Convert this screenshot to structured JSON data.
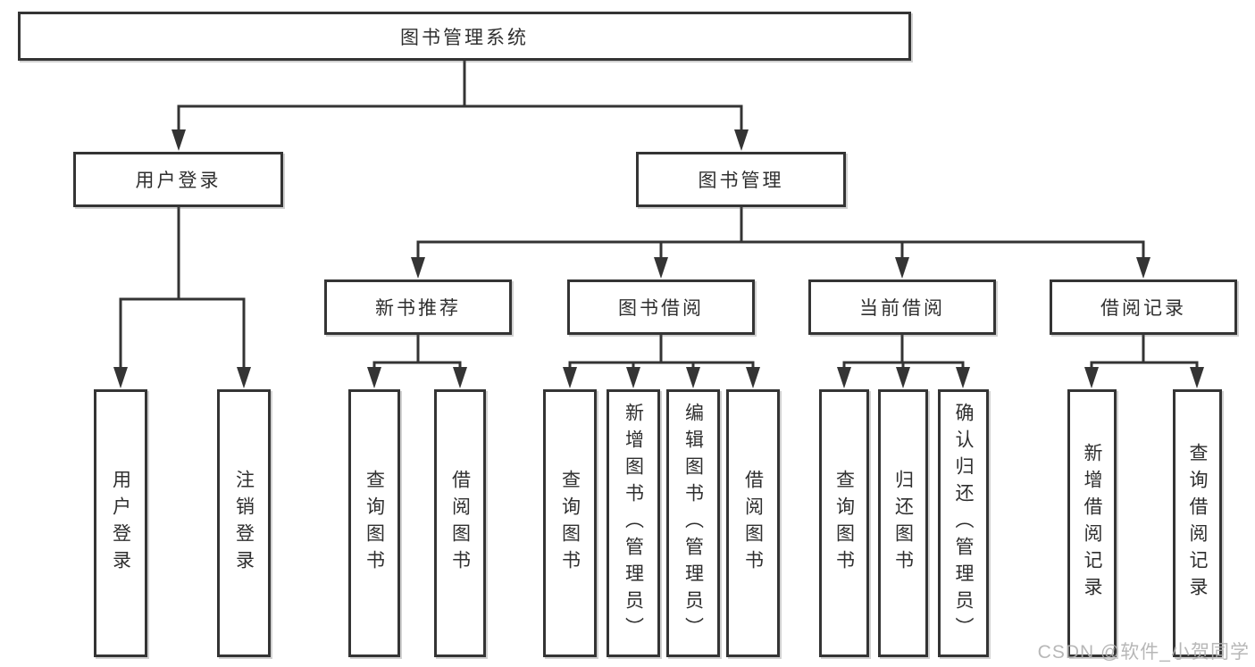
{
  "diagram_title": "图书管理系统",
  "colors": {
    "line": "#343434",
    "text": "#2f2f2f",
    "box_bg": "#ffffff",
    "watermark": "#b0b0b0"
  },
  "tree": {
    "label": "图书管理系统",
    "children": [
      {
        "label": "用户登录",
        "children": [
          {
            "label": "用户登录"
          },
          {
            "label": "注销登录"
          }
        ]
      },
      {
        "label": "图书管理",
        "children": [
          {
            "label": "新书推荐",
            "children": [
              {
                "label": "查询图书"
              },
              {
                "label": "借阅图书"
              }
            ]
          },
          {
            "label": "图书借阅",
            "children": [
              {
                "label": "查询图书"
              },
              {
                "label": "新增图书（管理员）"
              },
              {
                "label": "编辑图书（管理员）"
              },
              {
                "label": "借阅图书"
              }
            ]
          },
          {
            "label": "当前借阅",
            "children": [
              {
                "label": "查询图书"
              },
              {
                "label": "归还图书"
              },
              {
                "label": "确认归还（管理员）"
              }
            ]
          },
          {
            "label": "借阅记录",
            "children": [
              {
                "label": "新增借阅记录"
              },
              {
                "label": "查询借阅记录"
              }
            ]
          }
        ]
      }
    ]
  },
  "watermark": "CSDN @软件_小贺同学"
}
